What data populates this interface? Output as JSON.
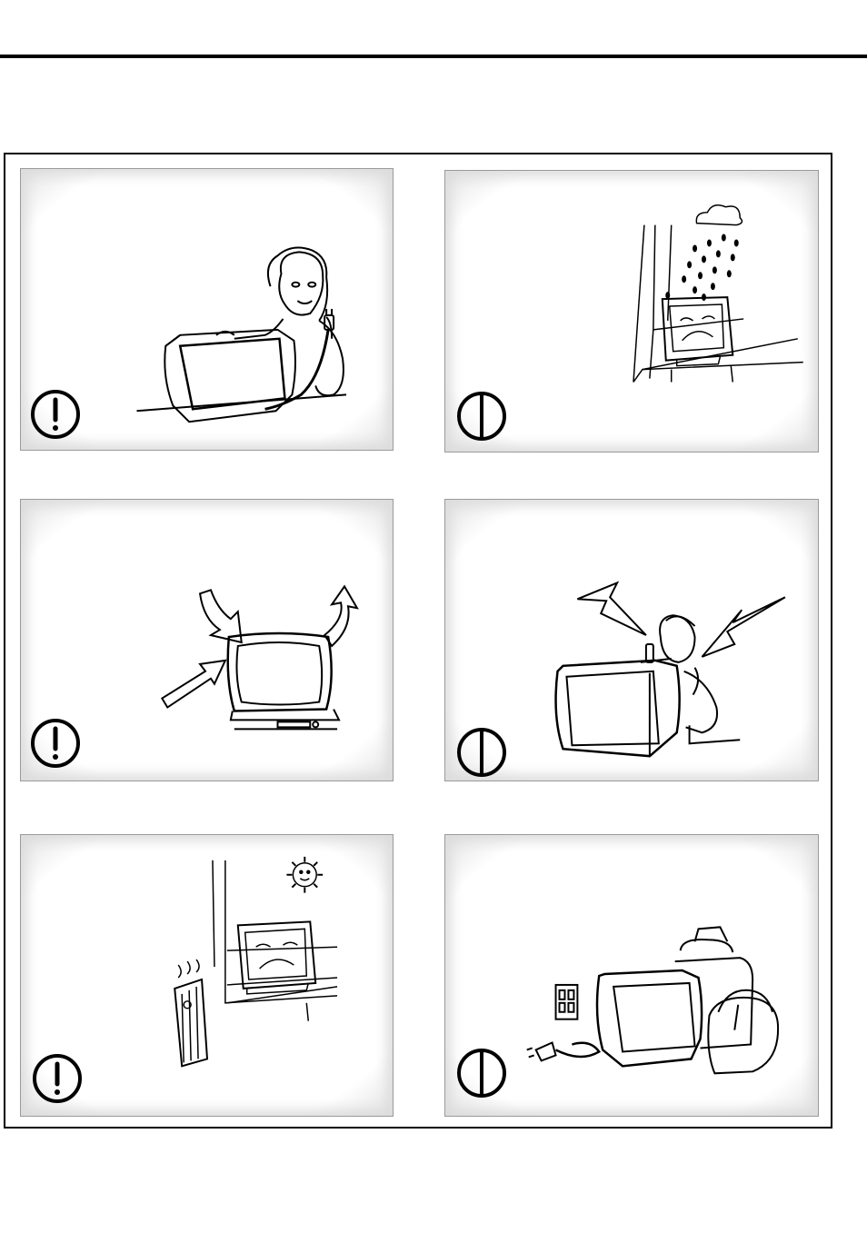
{
  "panels": [
    {
      "id": "panel-cleaning",
      "symbol": "mandatory",
      "illustration": "woman-unplugging-tv"
    },
    {
      "id": "panel-rain",
      "symbol": "prohibited",
      "illustration": "tv-in-rain-by-window"
    },
    {
      "id": "panel-ventilation",
      "symbol": "mandatory",
      "illustration": "tv-airflow-arrows"
    },
    {
      "id": "panel-thunderstorm",
      "symbol": "prohibited",
      "illustration": "man-unplugging-in-lightning"
    },
    {
      "id": "panel-heat",
      "symbol": "mandatory",
      "illustration": "tv-near-heater-and-sun"
    },
    {
      "id": "panel-moving",
      "symbol": "prohibited",
      "illustration": "tv-with-bags-and-outlet"
    }
  ],
  "icons": {
    "mandatory": "exclamation-circle-icon",
    "prohibited": "prohibition-circle-icon"
  }
}
